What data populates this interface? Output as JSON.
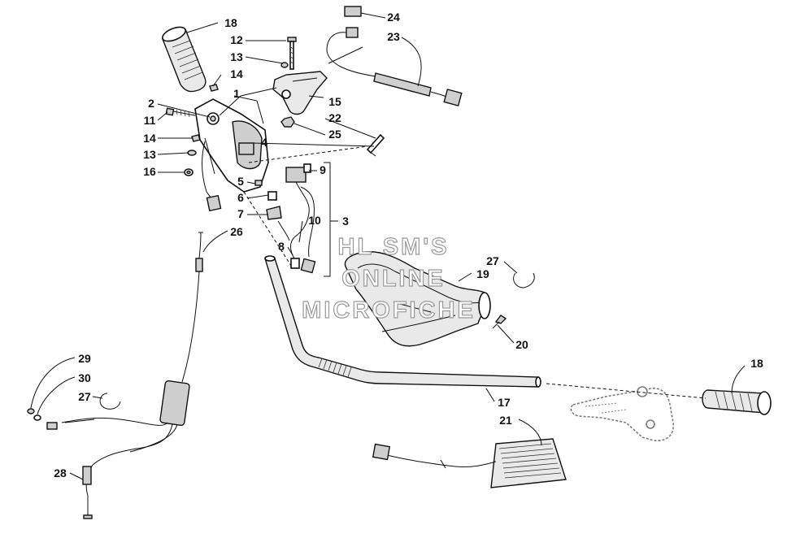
{
  "watermark": {
    "line1": "HL SM'S",
    "line2": "ONLINE",
    "line3": "MICROFICHE"
  },
  "callouts": [
    {
      "id": "c18a",
      "text": "18"
    },
    {
      "id": "c12",
      "text": "12"
    },
    {
      "id": "c13a",
      "text": "13"
    },
    {
      "id": "c14a",
      "text": "14"
    },
    {
      "id": "c1",
      "text": "1"
    },
    {
      "id": "c2",
      "text": "2"
    },
    {
      "id": "c11",
      "text": "11"
    },
    {
      "id": "c14b",
      "text": "14"
    },
    {
      "id": "c13b",
      "text": "13"
    },
    {
      "id": "c16",
      "text": "16"
    },
    {
      "id": "c24",
      "text": "24"
    },
    {
      "id": "c23",
      "text": "23"
    },
    {
      "id": "c15",
      "text": "15"
    },
    {
      "id": "c22",
      "text": "22"
    },
    {
      "id": "c25",
      "text": "25"
    },
    {
      "id": "c4",
      "text": "4"
    },
    {
      "id": "c9",
      "text": "9"
    },
    {
      "id": "c5",
      "text": "5"
    },
    {
      "id": "c6",
      "text": "6"
    },
    {
      "id": "c7",
      "text": "7"
    },
    {
      "id": "c10",
      "text": "10"
    },
    {
      "id": "c3",
      "text": "3"
    },
    {
      "id": "c8",
      "text": "8"
    },
    {
      "id": "c26",
      "text": "26"
    },
    {
      "id": "c27a",
      "text": "27"
    },
    {
      "id": "c19",
      "text": "19"
    },
    {
      "id": "c20",
      "text": "20"
    },
    {
      "id": "c29",
      "text": "29"
    },
    {
      "id": "c30",
      "text": "30"
    },
    {
      "id": "c27b",
      "text": "27"
    },
    {
      "id": "c28",
      "text": "28"
    },
    {
      "id": "c17",
      "text": "17"
    },
    {
      "id": "c18b",
      "text": "18"
    },
    {
      "id": "c21",
      "text": "21"
    }
  ]
}
